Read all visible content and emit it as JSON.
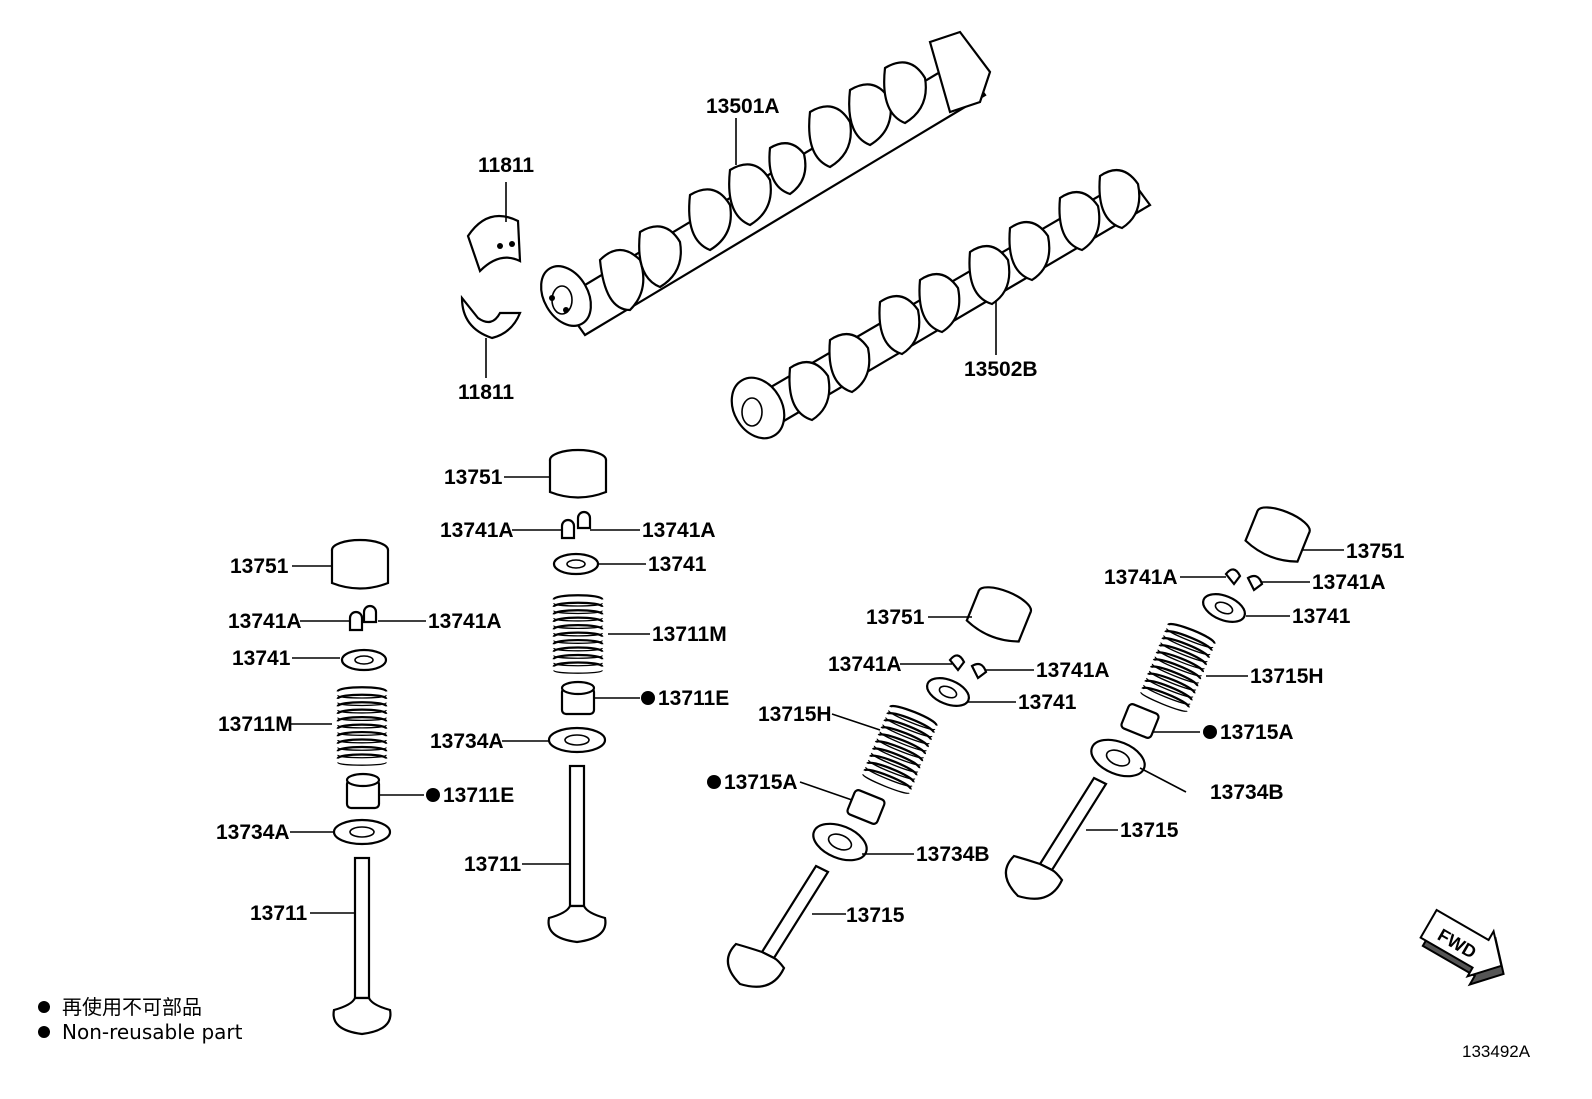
{
  "labels": {
    "cam_intake": "13501A",
    "cam_exhaust": "13502B",
    "bearing_upper": "11811",
    "bearing_lower": "11811",
    "lifter_1": "13751",
    "lifter_2": "13751",
    "lifter_3": "13751",
    "lifter_4": "13751",
    "keeper_1a": "13741A",
    "keeper_1b": "13741A",
    "keeper_2a": "13741A",
    "keeper_2b": "13741A",
    "keeper_3a": "13741A",
    "keeper_3b": "13741A",
    "keeper_4a": "13741A",
    "keeper_4b": "13741A",
    "retainer_1": "13741",
    "retainer_2": "13741",
    "retainer_3": "13741",
    "retainer_4": "13741",
    "spring_1": "13711M",
    "spring_2": "13711M",
    "spring_3": "13715H",
    "spring_4": "13715H",
    "seal_1": "13711E",
    "seal_2": "13711E",
    "seal_3": "13715A",
    "seal_4": "13715A",
    "seat_1": "13734A",
    "seat_2": "13734A",
    "seat_3": "13734B",
    "seat_4": "13734B",
    "valve_1": "13711",
    "valve_2": "13711",
    "valve_3": "13715",
    "valve_4": "13715"
  },
  "legend": {
    "line_jp": "再使用不可部品",
    "line_en": "Non-reusable part"
  },
  "fwd_text": "FWD",
  "figure_id": "133492A"
}
